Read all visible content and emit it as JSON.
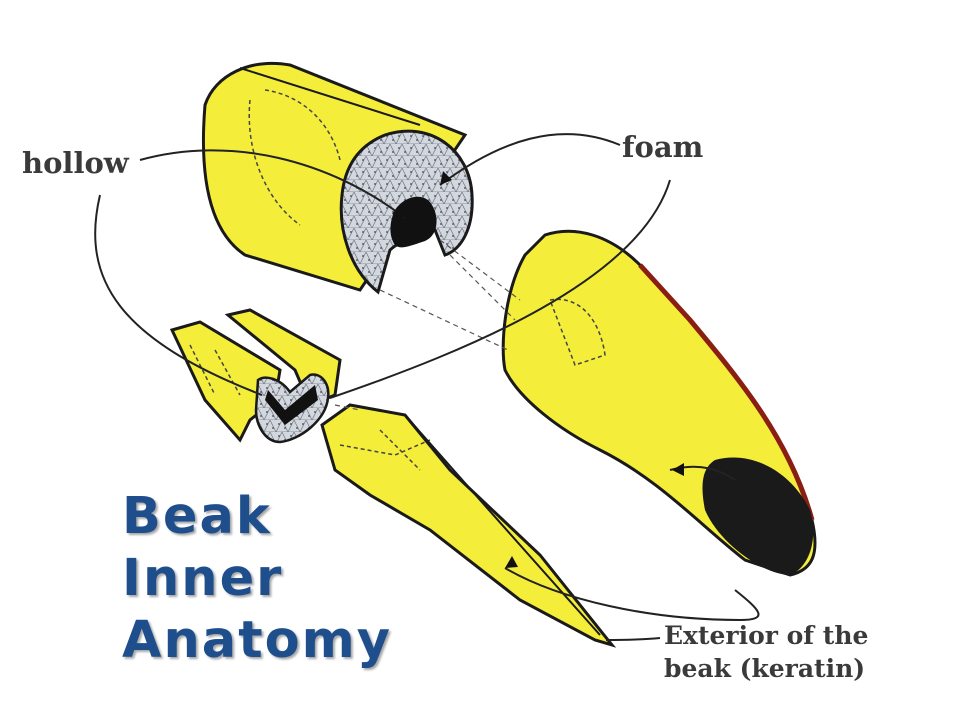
{
  "labels": {
    "hollow": "hollow",
    "foam": "foam",
    "exterior_line1": "Exterior of the",
    "exterior_line2": "beak (keratin)"
  },
  "title": {
    "line1": "Beak",
    "line2": "Inner",
    "line3": "Anatomy"
  },
  "colors": {
    "keratin_yellow": "#f4ee3a",
    "outline": "#1a1a1a",
    "foam_gray": "#cfd3da",
    "hollow_black": "#111111",
    "tip_red": "#8a1e12",
    "title_blue": "#1f4e8c"
  }
}
